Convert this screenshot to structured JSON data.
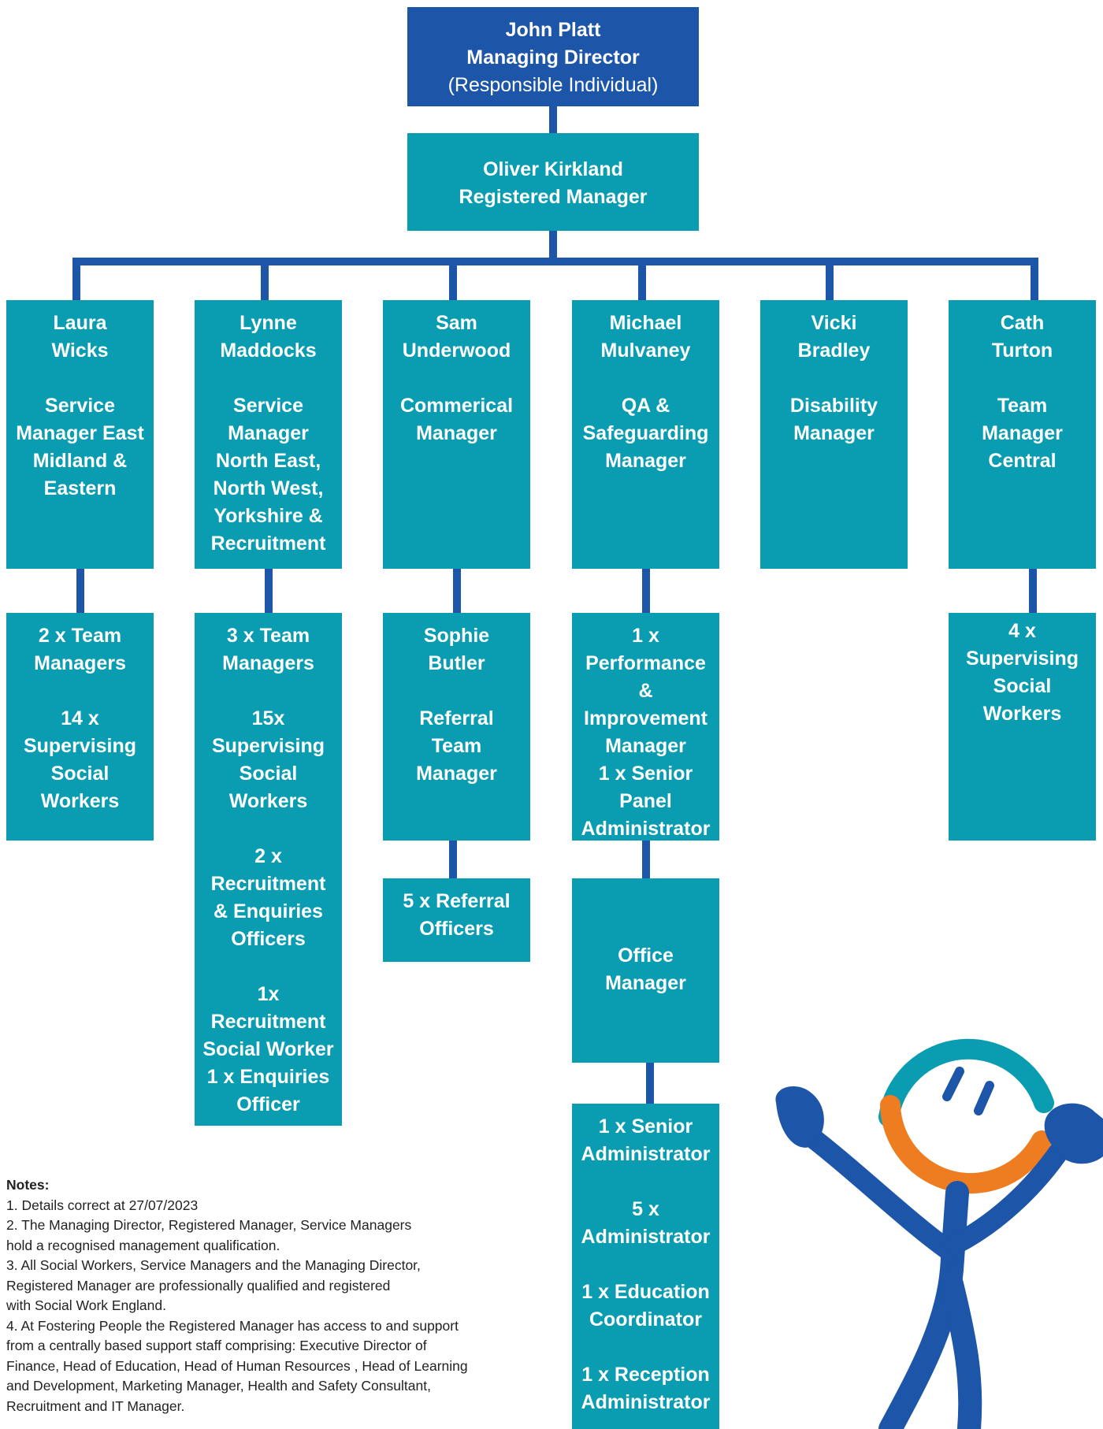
{
  "top": {
    "name": "John Platt",
    "role": "Managing Director",
    "sub": "(Responsible Individual)"
  },
  "registered": {
    "name": "Oliver Kirkland",
    "role": "Registered Manager"
  },
  "managers": [
    {
      "name": "Laura\nWicks",
      "role": "Service\nManager East\nMidland &\nEastern"
    },
    {
      "name": "Lynne\nMaddocks",
      "role": "Service\nManager\nNorth East,\nNorth West,\nYorkshire &\nRecruitment"
    },
    {
      "name": "Sam\nUnderwood",
      "role": "Commerical\nManager"
    },
    {
      "name": "Michael\nMulvaney",
      "role": "QA &\nSafeguarding\nManager"
    },
    {
      "name": "Vicki\nBradley",
      "role": "Disability\nManager"
    },
    {
      "name": "Cath\nTurton",
      "role": "Team\nManager\nCentral"
    }
  ],
  "laura_team": {
    "a": "2 x Team\nManagers",
    "b": "14  x\nSupervising\nSocial\nWorkers"
  },
  "lynne_team": {
    "a": "3 x Team\nManagers",
    "b": "15x\nSupervising\nSocial\nWorkers",
    "c": "2 x\nRecruitment\n& Enquiries\nOfficers",
    "d": "1x\nRecruitment\nSocial Worker\n1 x Enquiries\nOfficer"
  },
  "sam_team": {
    "sophie": {
      "name": "Sophie\nButler",
      "role": "Referral\nTeam\nManager"
    },
    "officers": "5 x Referral\nOfficers"
  },
  "michael_team": {
    "perf": "1 x\nPerformance\n&\nImprovement\nManager\n1 x Senior\nPanel\nAdministrator",
    "office": "Office\nManager",
    "admin": {
      "a": "1 x Senior\nAdministrator",
      "b": "5 x\nAdministrator",
      "c": "1 x  Education\nCoordinator",
      "d": "1 x Reception\nAdministrator"
    }
  },
  "cath_team": {
    "a": "4 x\nSupervising\nSocial\nWorkers"
  },
  "notes": {
    "title": "Notes:",
    "items": [
      "1. Details correct at 27/07/2023",
      "2. The Managing Director, Registered Manager, Service Managers\nhold a recognised management qualification.",
      "3. All Social Workers, Service Managers and the Managing Director,\nRegistered Manager are professionally qualified and registered\nwith Social Work England.",
      "4. At Fostering People the Registered Manager has access to and support\nfrom a centrally based support staff comprising: Executive Director of\nFinance, Head of Education, Head of Human Resources , Head of Learning\nand Development, Marketing Manager, Health and Safety Consultant,\nRecruitment and IT Manager."
    ]
  },
  "colors": {
    "teal": "#0a9cb0",
    "blue": "#1d55a8",
    "orange": "#ee7d22"
  }
}
